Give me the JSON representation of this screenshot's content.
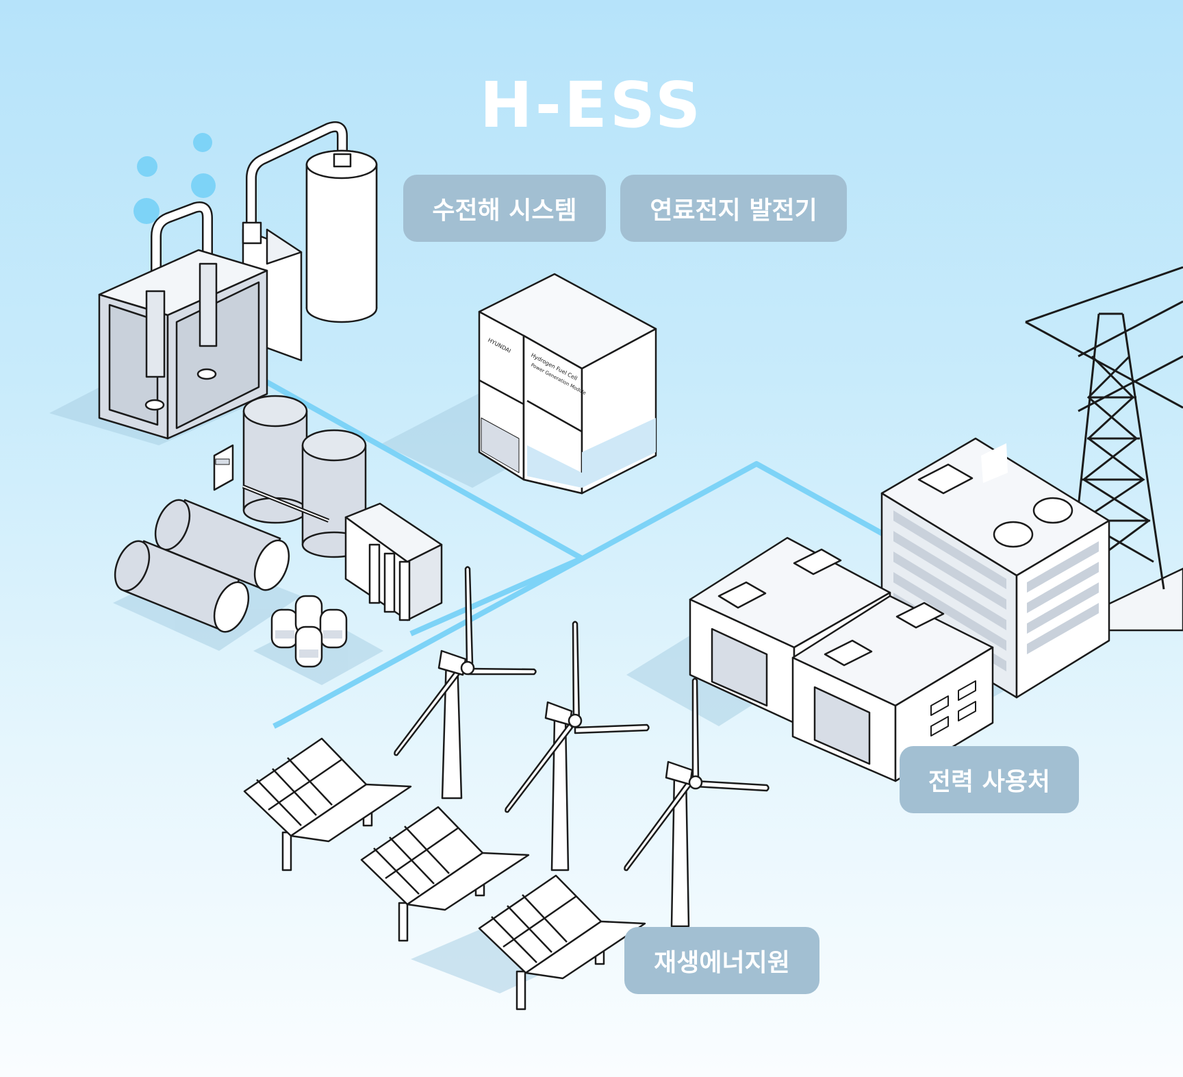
{
  "title": "H-ESS",
  "labels": {
    "electrolysis": "수전해 시스템",
    "fuel_cell": "연료전지 발전기",
    "power_consumer": "전력 사용처",
    "renewable": "재생에너지원"
  },
  "fuel_cell_panel": {
    "brand": "HYUNDAI",
    "product": "Hydrogen Fuel Cell",
    "module": "Power Generation Module"
  },
  "colors": {
    "bg_top": "#b6e3fa",
    "bg_bottom": "#fafdff",
    "connector": "#7dd3f7",
    "label_bg": "#a2bfd2",
    "outline": "#1b1b1b",
    "panel_gray": "#d7dde6",
    "shadow": "#a9cfe4"
  }
}
